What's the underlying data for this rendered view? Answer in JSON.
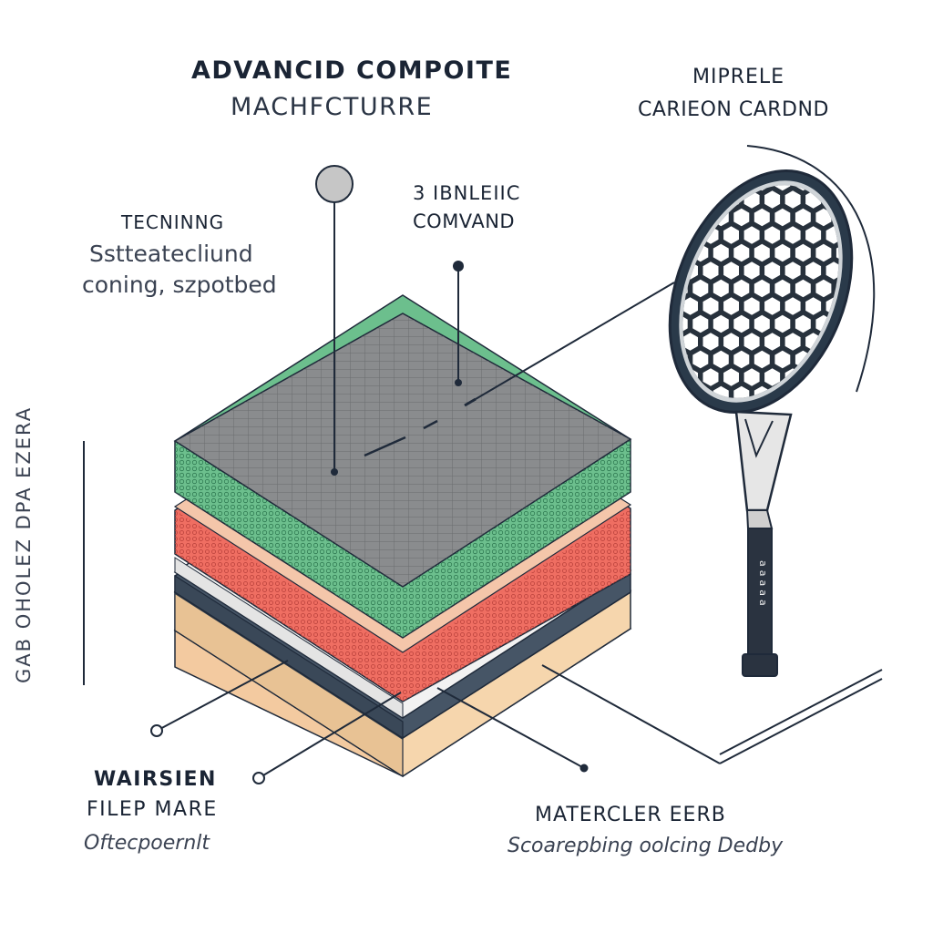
{
  "title": {
    "line1": "ADVANCID COMPOITE",
    "line2": "MACHFCTURRE"
  },
  "top_right": {
    "line1": "MIPRELE",
    "line2": "CARIEON CARDND"
  },
  "center_label": {
    "line1": "3 IBNLEIIC",
    "line2": "COMVAND"
  },
  "top_left": {
    "heading": "TECNINNG",
    "line1": "Sstteatecliund",
    "line2": "coning, szpotbed"
  },
  "side_label": "GAB OHOLEZ DPA EZERA",
  "bottom_left": {
    "line1": "WAIRSIEN",
    "line2": "FILEP  MARE",
    "line3": "Oftecpoernlt"
  },
  "bottom_right": {
    "line1": "MATERCLER EERB",
    "line2": "Scoarepbing oolcing Dedby"
  },
  "handle_marks": "aaaaa",
  "colors": {
    "grid_layer": "#8a8c8e",
    "green_layer": "#6cbf8d",
    "peach_layer": "#f4c6aa",
    "coral_layer": "#ef6e62",
    "white_layer": "#f2f2f2",
    "slate_layer": "#465566",
    "tan_layer": "#f6d6ad",
    "ink": "#1f2a3a"
  }
}
